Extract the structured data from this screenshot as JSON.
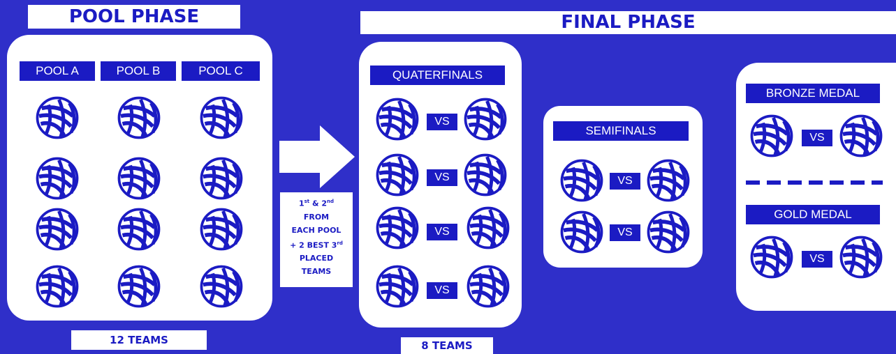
{
  "pool_phase": {
    "title": "POOL PHASE",
    "pools": [
      "POOL A",
      "POOL B",
      "POOL C"
    ],
    "footer": "12 TEAMS"
  },
  "advance_note": {
    "line1_a": "1",
    "line1_a_sup": "st",
    "line1_mid": " & 2",
    "line1_b_sup": "nd",
    "line2": "FROM",
    "line3": "EACH POOL",
    "line4_a": "+ 2 BEST 3",
    "line4_sup": "rd",
    "line5": "PLACED",
    "line6": "TEAMS"
  },
  "final_phase": {
    "title": "FINAL PHASE",
    "quarterfinals": {
      "label": "QUATERFINALS",
      "footer": "8 TEAMS"
    },
    "semifinals": {
      "label": "SEMIFINALS"
    },
    "bronze": {
      "label": "BRONZE MEDAL"
    },
    "gold": {
      "label": "GOLD MEDAL"
    },
    "vs": "VS"
  },
  "colors": {
    "background": "#2f2fc9",
    "accent": "#1b1bc3",
    "panel": "#ffffff"
  },
  "icons": {
    "team": "volleyball-icon",
    "arrow": "right-arrow-icon"
  }
}
